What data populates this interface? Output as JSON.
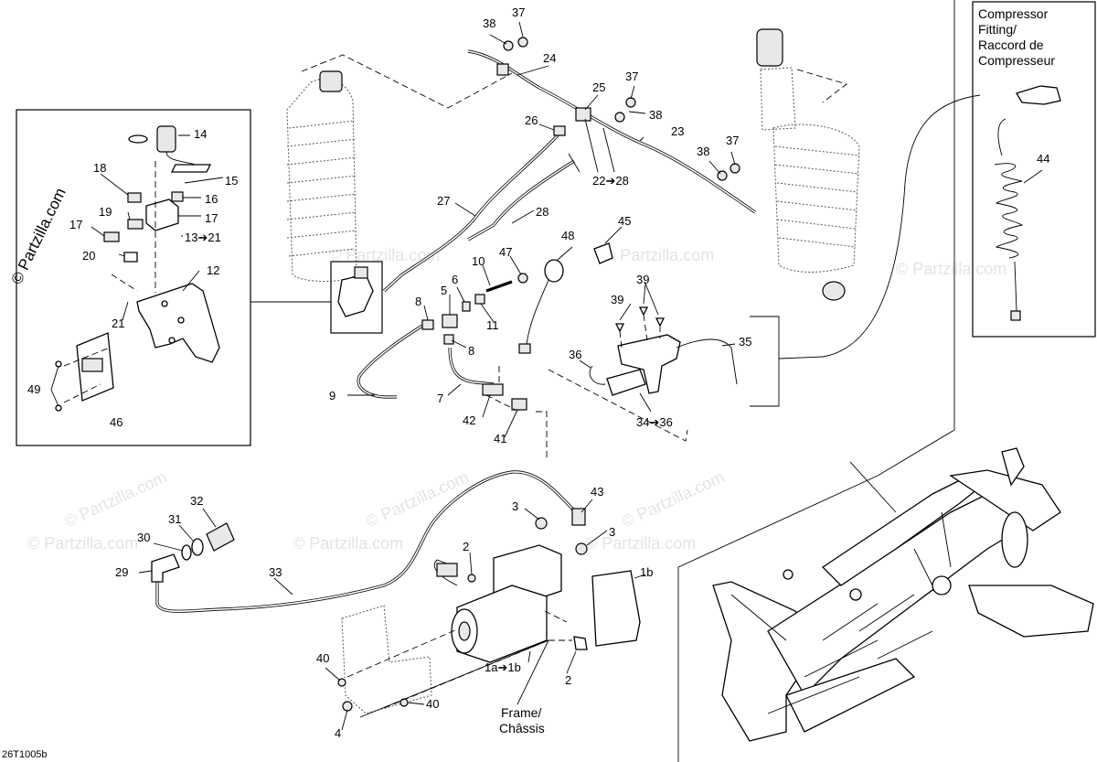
{
  "diagram": {
    "code": "26T1005b",
    "watermark": "© Partzilla.com",
    "compressor_fitting": [
      "Compressor",
      "Fitting/",
      "Raccord de",
      "Compresseur"
    ],
    "frame": [
      "Frame/",
      "Châssis"
    ],
    "callouts": {
      "c1a1b": "1a➔1b",
      "c1b": "1b",
      "c2a": "2",
      "c2b": "2",
      "c3a": "3",
      "c3b": "3",
      "c4": "4",
      "c5": "5",
      "c6": "6",
      "c7": "7",
      "c8a": "8",
      "c8b": "8",
      "c9": "9",
      "c10": "10",
      "c11": "11",
      "c12": "12",
      "c13": "13➔21",
      "c14": "14",
      "c15": "15",
      "c16": "16",
      "c17a": "17",
      "c17b": "17",
      "c18": "18",
      "c19": "19",
      "c20": "20",
      "c21": "21",
      "c22": "22➔28",
      "c23": "23",
      "c24": "24",
      "c25": "25",
      "c26": "26",
      "c27": "27",
      "c28": "28",
      "c29": "29",
      "c30": "30",
      "c31": "31",
      "c32": "32",
      "c33": "33",
      "c34": "34➔36",
      "c35": "35",
      "c36": "36",
      "c37a": "37",
      "c37b": "37",
      "c37c": "37",
      "c38a": "38",
      "c38b": "38",
      "c38c": "38",
      "c39a": "39",
      "c39b": "39",
      "c40a": "40",
      "c40b": "40",
      "c41": "41",
      "c42": "42",
      "c43": "43",
      "c44": "44",
      "c45": "45",
      "c46": "46",
      "c47": "47",
      "c48": "48",
      "c49": "49"
    }
  }
}
